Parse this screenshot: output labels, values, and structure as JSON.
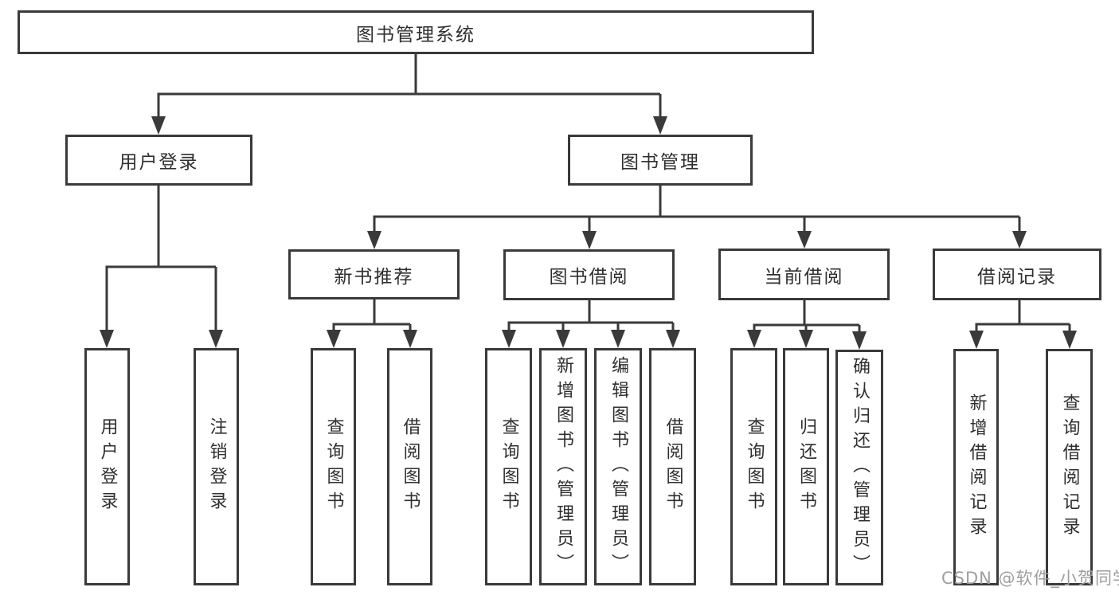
{
  "diagram": {
    "root": {
      "label": "图书管理系统"
    },
    "branches": [
      {
        "label": "用户登录",
        "children": [
          {
            "label": "用户登录"
          },
          {
            "label": "注销登录"
          }
        ]
      },
      {
        "label": "图书管理",
        "children": [
          {
            "label": "新书推荐",
            "children": [
              {
                "label": "查询图书"
              },
              {
                "label": "借阅图书"
              }
            ]
          },
          {
            "label": "图书借阅",
            "children": [
              {
                "label": "查询图书"
              },
              {
                "label": "新增图书（管理员）"
              },
              {
                "label": "编辑图书（管理员）"
              },
              {
                "label": "借阅图书"
              }
            ]
          },
          {
            "label": "当前借阅",
            "children": [
              {
                "label": "查询图书"
              },
              {
                "label": "归还图书"
              },
              {
                "label": "确认归还（管理员）"
              }
            ]
          },
          {
            "label": "借阅记录",
            "children": [
              {
                "label": "新增借阅记录"
              },
              {
                "label": "查询借阅记录"
              }
            ]
          }
        ]
      }
    ],
    "watermark": "CSDN @软件_小贺同学",
    "colors": {
      "line": "#3a3a3a",
      "text": "#2f2f2f",
      "watermark": "#9e9e9e",
      "background": "#ffffff"
    }
  }
}
